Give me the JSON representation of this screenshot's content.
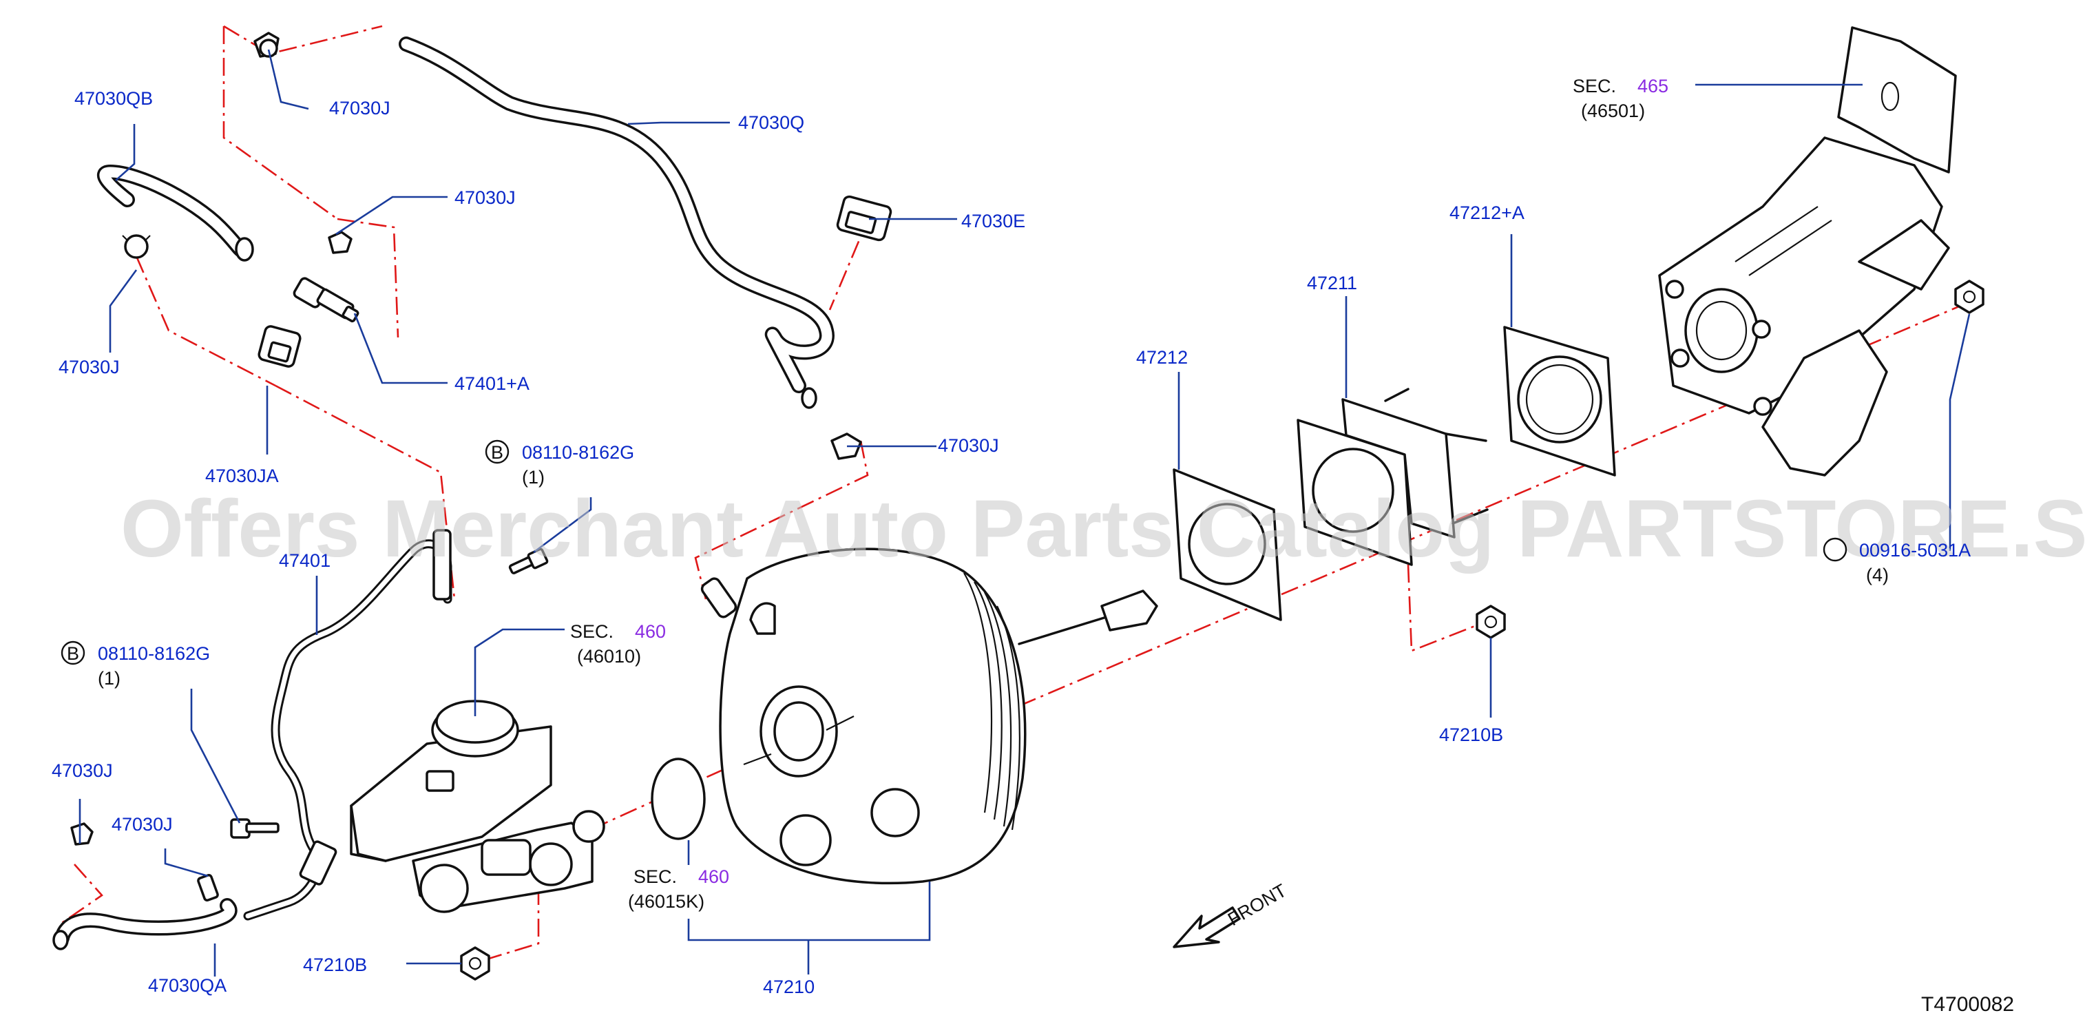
{
  "watermark": "Offers Merchant Auto Parts Catalog PARTSTORE.SA",
  "diagram_id": "T4700082",
  "front_label": "FRONT",
  "bolt_symbol": "B",
  "labels": {
    "p47030QB": "47030QB",
    "p47030J_a": "47030J",
    "p47030Q": "47030Q",
    "p47030J_b": "47030J",
    "p47030E": "47030E",
    "p47030J_c": "47030J",
    "p47401A": "47401+A",
    "p47030JA": "47030JA",
    "p47030J_d": "47030J",
    "bolt1_num": "08110-8162G",
    "bolt1_qty": "(1)",
    "p47401": "47401",
    "bolt2_num": "08110-8162G",
    "bolt2_qty": "(1)",
    "p47030J_e": "47030J",
    "p47030J_f": "47030J",
    "p47030QA": "47030QA",
    "p47210B_a": "47210B",
    "p47210": "47210",
    "p47210B_b": "47210B",
    "p47212": "47212",
    "p47211": "47211",
    "p47212A": "47212+A",
    "p0991x": "00916-5031A",
    "p0991x_qty": "(4)",
    "sec_prefix": "SEC.",
    "sec460a_num": "460",
    "sec460a_sub": "(46010)",
    "sec460b_num": "460",
    "sec460b_sub": "(46015K)",
    "sec465_num": "465",
    "sec465_sub": "(46501)"
  },
  "colors": {
    "part_number": "#0a28c8",
    "section_number": "#8a2be2",
    "leader_line": "#1a3c9c",
    "center_line": "#e01818"
  }
}
